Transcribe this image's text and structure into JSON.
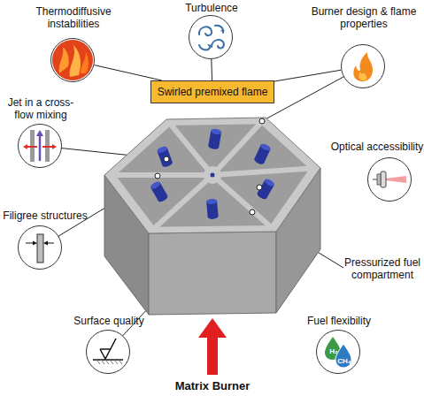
{
  "diagram": {
    "nodes": [
      {
        "text": [
          "Thermodiffusive instabilities"
        ]
      },
      {
        "text": [
          "Turbulence"
        ]
      },
      {
        "text": [
          "Burner design & flame properties"
        ]
      },
      {
        "text": [
          "Swirled premixed flame"
        ]
      },
      {
        "text": [
          "Jet in a cross-flow mixing"
        ]
      },
      {
        "text": [
          "Optical accessibility"
        ]
      },
      {
        "text": [
          "Filigree structures"
        ]
      },
      {
        "text": [
          "Surface quality"
        ]
      },
      {
        "text": [
          "Fuel flexibility",
          "H₂",
          "CH₄"
        ]
      }
    ],
    "edges": [
      {
        "from": 3,
        "to": 0,
        "arrow": "none"
      },
      {
        "from": 3,
        "to": 1,
        "arrow": "none"
      },
      {
        "from": 3,
        "to": 2,
        "arrow": "none"
      }
    ],
    "labels": [
      "Pressurized fuel compartment",
      "Matrix Burner"
    ]
  }
}
